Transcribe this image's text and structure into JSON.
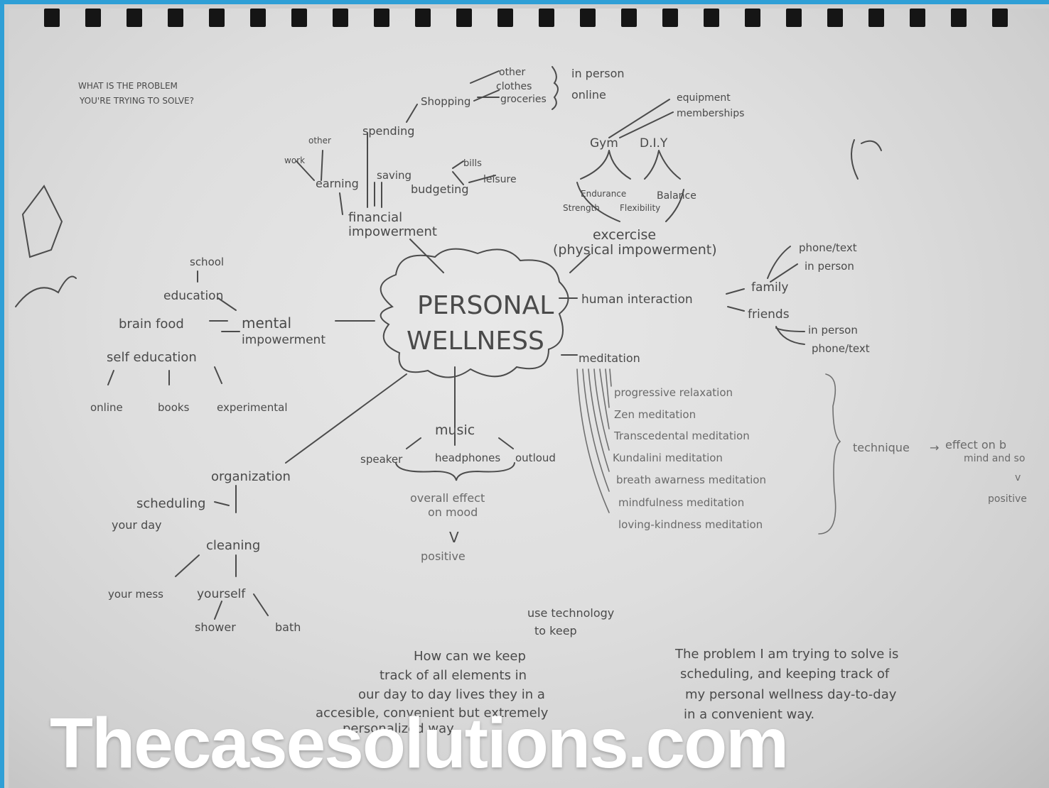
{
  "watermark": "Thecasesolutions.com",
  "prompt": [
    "WHAT IS THE PROBLEM",
    "YOU'RE TRYING TO SOLVE?"
  ],
  "center": [
    "PERSONAL",
    "WELLNESS"
  ],
  "financial": {
    "title": [
      "financial",
      "impowerment"
    ],
    "earning": "earning",
    "work": "work",
    "other": "other",
    "spending": "spending",
    "saving": "saving",
    "budgeting": "budgeting",
    "bills": "bills",
    "leisure": "leisure",
    "shopping": "Shopping",
    "shop_other": "other",
    "clothes": "clothes",
    "groceries": "groceries",
    "in_person": "in person",
    "online": "online"
  },
  "exercise": {
    "title": [
      "excercise",
      "(physical impowerment)"
    ],
    "gym": "Gym",
    "diy": "D.I.Y",
    "equipment": "equipment",
    "memberships": "memberships",
    "endurance": "Endurance",
    "strength": "Strength",
    "flexibility": "Flexibility",
    "balance": "Balance"
  },
  "human": {
    "title": "human interaction",
    "family": "family",
    "friends": "friends",
    "fam_phone": "phone/text",
    "fam_person": "in person",
    "fr_person": "in person",
    "fr_phone": "phone/text"
  },
  "mental": {
    "title": [
      "mental",
      "impowerment"
    ],
    "school": "school",
    "education": "education",
    "brain_food": "brain food",
    "self_education": "self education",
    "online": "online",
    "books": "books",
    "experimental": "experimental"
  },
  "meditation": {
    "title": "meditation",
    "items": [
      "progressive relaxation",
      "Zen meditation",
      "Transcedental meditation",
      "Kundalini meditation",
      "breath awarness meditation",
      "mindfulness meditation",
      "loving-kindness meditation"
    ],
    "technique": "technique",
    "effect": [
      "effect on b",
      "mind and so"
    ],
    "v": "v",
    "positive": "positive"
  },
  "music": {
    "title": "music",
    "speaker": "speaker",
    "headphones": "headphones",
    "outloud": "outloud",
    "effect": [
      "overall effect",
      "on mood"
    ],
    "v": "V",
    "positive": "positive"
  },
  "organization": {
    "title": "organization",
    "scheduling": "scheduling",
    "your_day": "your day",
    "cleaning": "cleaning",
    "your_mess": "your mess",
    "yourself": "yourself",
    "shower": "shower",
    "bath": "bath"
  },
  "bottom": {
    "tech": [
      "use technology",
      "to keep"
    ],
    "question": [
      "How can we keep",
      "track of all elements in",
      "our day to day lives they in a",
      "accesible, convenient but extremely",
      "personalized way"
    ],
    "problem": [
      "The problem I am trying to solve is",
      "scheduling, and keeping track of",
      "my personal wellness day-to-day",
      "in a convenient way."
    ]
  }
}
